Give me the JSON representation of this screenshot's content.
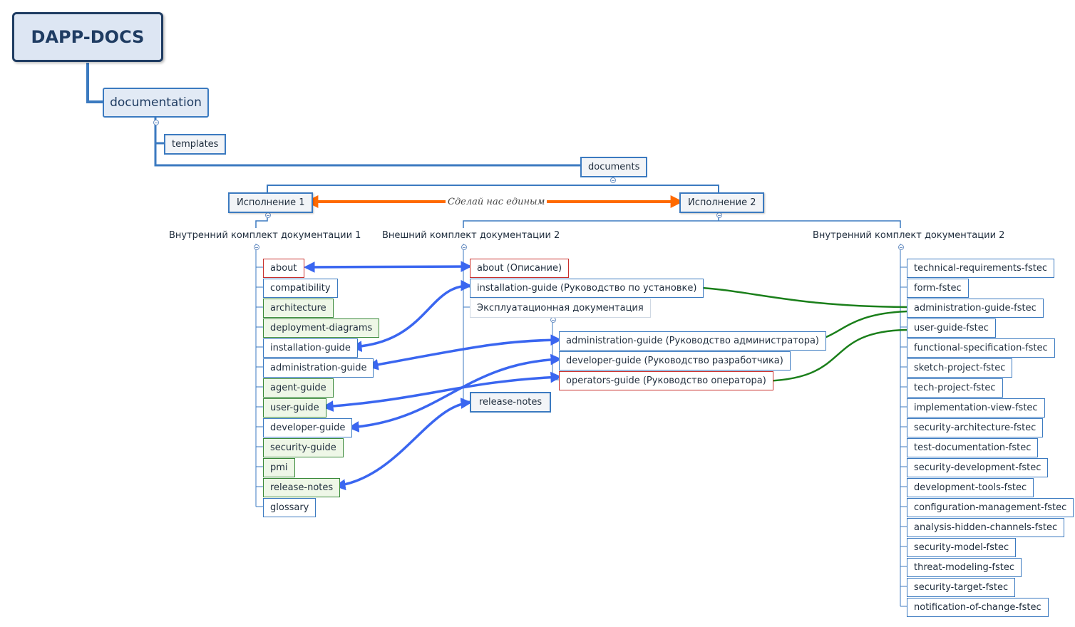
{
  "root": {
    "label": "DAPP-DOCS"
  },
  "documentation": {
    "label": "documentation"
  },
  "templates": {
    "label": "templates"
  },
  "documents": {
    "label": "documents"
  },
  "exec1": {
    "label": "Исполнение 1"
  },
  "exec2": {
    "label": "Исполнение 2"
  },
  "relation_label": "Сделай нас единым",
  "internal1": {
    "title": "Внутренний комплект документации 1",
    "items": [
      "about",
      "compatibility",
      "architecture",
      "deployment-diagrams",
      "installation-guide",
      "administration-guide",
      "agent-guide",
      "user-guide",
      "developer-guide",
      "security-guide",
      "pmi",
      "release-notes",
      "glossary"
    ]
  },
  "external2": {
    "title": "Внешний комплект документации 2",
    "items": [
      "about (Описание)",
      "installation-guide (Руководство по установке)",
      "Эксплуатационная документация",
      "release-notes"
    ],
    "operational": [
      "administration-guide (Руководство администратора)",
      "developer-guide (Руководство разработчика)",
      "operators-guide (Руководство оператора)"
    ]
  },
  "internal2": {
    "title": "Внутренний комплект документации 2",
    "items": [
      "technical-requirements-fstec",
      "form-fstec",
      "administration-guide-fstec",
      "user-guide-fstec",
      "functional-specification-fstec",
      "sketch-project-fstec",
      "tech-project-fstec",
      "implementation-view-fstec",
      "security-architecture-fstec",
      "test-documentation-fstec",
      "security-development-fstec",
      "development-tools-fstec",
      "configuration-management-fstec",
      "analysis-hidden-channels-fstec",
      "security-model-fstec",
      "threat-modeling-fstec",
      "security-target-fstec",
      "notification-of-change-fstec"
    ]
  },
  "colors": {
    "branch": "#3b7ac0",
    "blue_arrow": "#3a66f0",
    "green_arrow": "#1a7f1a",
    "orange_arrow": "#ff6a00",
    "highlight_red": "#c9302c",
    "highlight_green": "#3a8a3a"
  }
}
